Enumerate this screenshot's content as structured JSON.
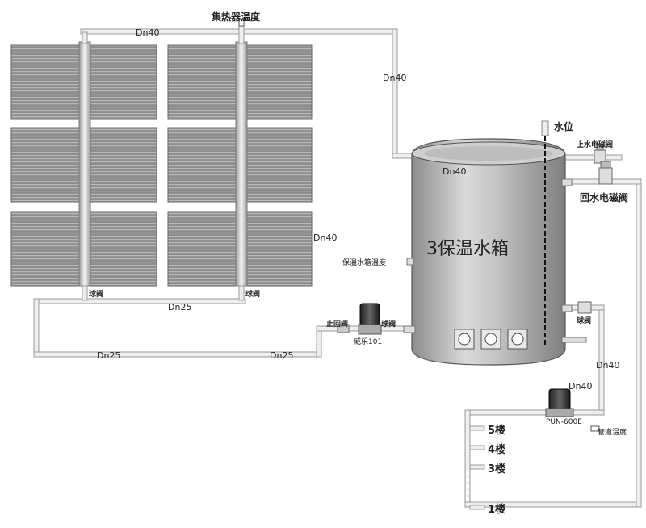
{
  "labels": {
    "collector_temp": "集热器温度",
    "dn40_top": "Dn40",
    "dn40_right_pipe": "Dn40",
    "water_level": "水位",
    "tank_dn40": "Dn40",
    "upper_valve": "上水电磁阀",
    "return_valve": "回水电磁阀",
    "collector_dn40": "Dn40",
    "tank_name": "3保温水箱",
    "tank_temp": "保温水箱温度",
    "ball_valve_left": "球阀",
    "ball_valve_right": "球阀",
    "dn25_mid": "Dn25",
    "check_valve": "止回阀",
    "ball_valve_pump": "球阀",
    "pump1": "威乐101",
    "ball_valve_tank": "球阀",
    "dn25_left": "Dn25",
    "dn25_right": "Dn25",
    "dn40_down": "Dn40",
    "dn40_pump": "Dn40",
    "pump2": "PUN-600E",
    "pipe_temp": "管道温度",
    "floor5": "5楼",
    "floor4": "4楼",
    "floor3": "3楼",
    "floor1": "1楼"
  },
  "colors": {
    "pipe_fill": "#eeeeee",
    "pipe_stroke": "#9a9a9a",
    "panel": "#8a8a8a",
    "tank": "#a9a9a9"
  }
}
